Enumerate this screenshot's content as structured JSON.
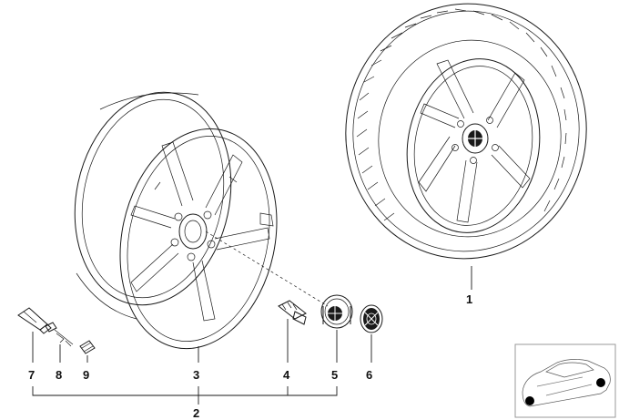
{
  "diagram": {
    "callouts": [
      {
        "id": "1",
        "label": "1"
      },
      {
        "id": "2",
        "label": "2"
      },
      {
        "id": "3",
        "label": "3"
      },
      {
        "id": "4",
        "label": "4"
      },
      {
        "id": "5",
        "label": "5"
      },
      {
        "id": "6",
        "label": "6"
      },
      {
        "id": "7",
        "label": "7"
      },
      {
        "id": "8",
        "label": "8"
      },
      {
        "id": "9",
        "label": "9"
      }
    ]
  },
  "colors": {
    "ink": "#1a1a1a",
    "background": "#ffffff",
    "thumbnail_border": "#999999"
  }
}
